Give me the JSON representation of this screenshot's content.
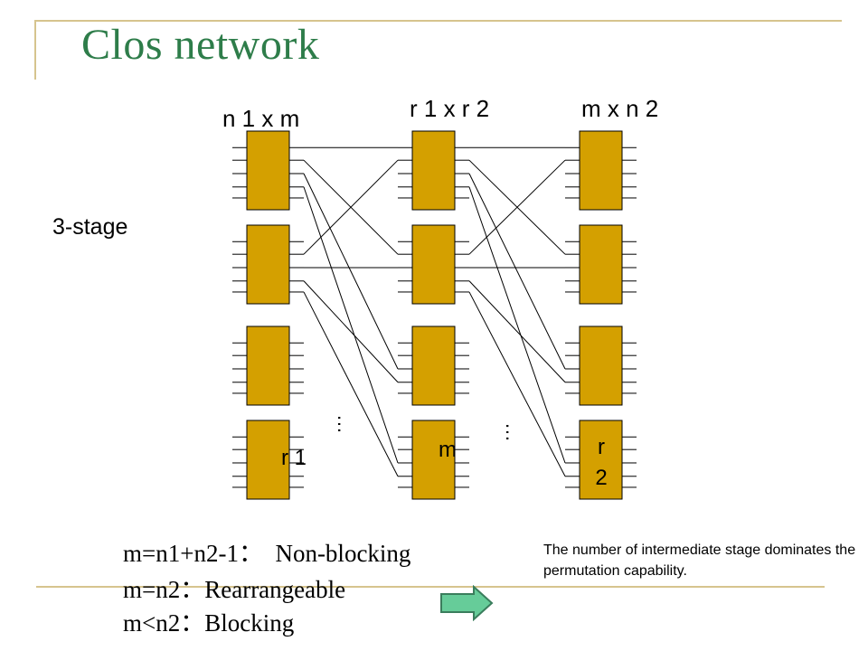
{
  "slide": {
    "title": "Clos network",
    "stage_label": "3-stage",
    "stage1_header": "n 1 x m",
    "stage2_header": "r 1 x r 2",
    "stage3_header": "m x n 2",
    "box_label_stage1": "r 1",
    "box_label_stage2": "m",
    "box_label_stage3": "r\n2",
    "ellipsis": "…",
    "conditions": [
      "m=n1+n2-1：  Non-blocking",
      "m=n2：Rearrangeable",
      "m<n2：Blocking"
    ],
    "note": "The number of intermediate stage dominates the permutation capability."
  },
  "colors": {
    "switch_fill": "#d4a000",
    "title": "#2e7d4a",
    "frame": "#d6c48e",
    "arrow_fill": "#66cc99"
  }
}
